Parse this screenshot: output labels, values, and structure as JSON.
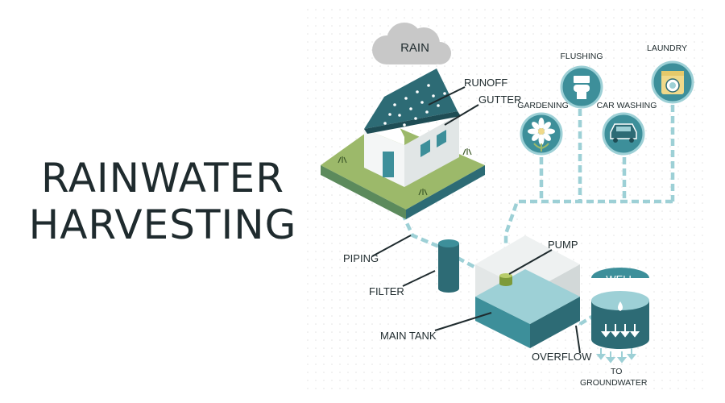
{
  "title": {
    "line1": "RAINWATER",
    "line2": "HARVESTING"
  },
  "labels": {
    "rain": "RAIN",
    "runoff": "RUNOFF",
    "gutter": "GUTTER",
    "piping": "PIPING",
    "filter": "FILTER",
    "main_tank": "MAIN TANK",
    "pump": "PUMP",
    "overflow": "OVERFLOW",
    "well": "WELL",
    "to": "TO",
    "groundwater": "GROUNDWATER"
  },
  "uses": [
    {
      "label": "FLUSHING",
      "icon": "toilet-icon"
    },
    {
      "label": "LAUNDRY",
      "icon": "washing-machine-icon"
    },
    {
      "label": "GARDENING",
      "icon": "flower-icon"
    },
    {
      "label": "CAR WASHING",
      "icon": "car-icon"
    }
  ],
  "colors": {
    "teal_dark": "#2d6b75",
    "teal": "#3d8f9a",
    "teal_light": "#9dd0d6",
    "grass": "#9cb96a",
    "cloud": "#c8c8c8",
    "ink": "#1f2b2e"
  }
}
